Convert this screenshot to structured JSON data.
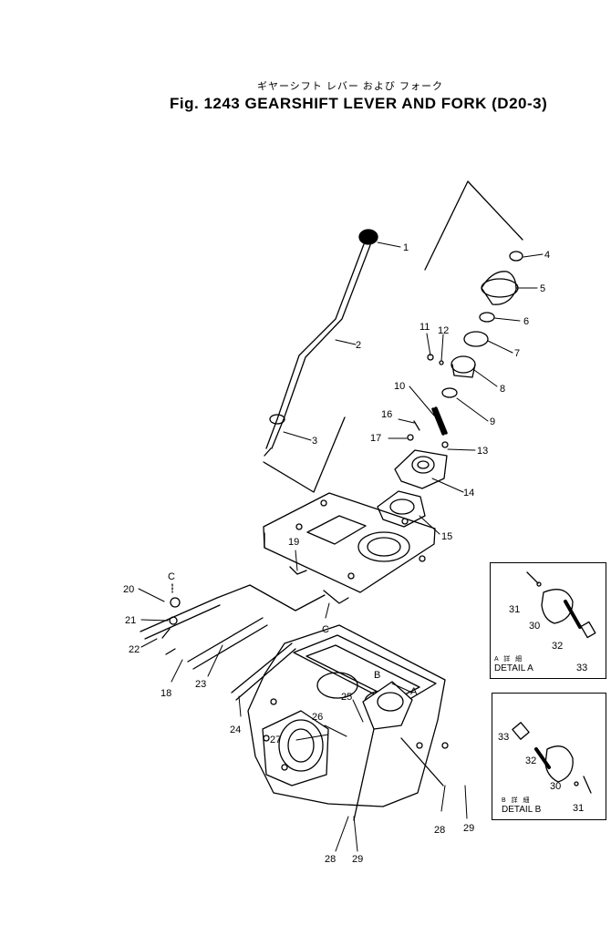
{
  "title_jp": "ギヤーシフト レバー および フォーク",
  "title_en": "Fig. 1243  GEARSHIFT LEVER AND FORK (D20-3)",
  "detail_a": {
    "jp": "A 詳 細",
    "label": "DETAIL  A"
  },
  "detail_b": {
    "jp": "B 詳 細",
    "label": "DETAIL  B"
  },
  "callouts": [
    "1",
    "2",
    "3",
    "4",
    "5",
    "6",
    "7",
    "8",
    "9",
    "10",
    "11",
    "12",
    "13",
    "14",
    "15",
    "16",
    "17",
    "18",
    "19",
    "20",
    "21",
    "22",
    "23",
    "24",
    "25",
    "26",
    "27",
    "28",
    "29",
    "28",
    "29",
    "30",
    "31",
    "32",
    "33",
    "30",
    "31",
    "32",
    "33"
  ],
  "reference_letters": [
    "A",
    "B",
    "C",
    "C"
  ]
}
